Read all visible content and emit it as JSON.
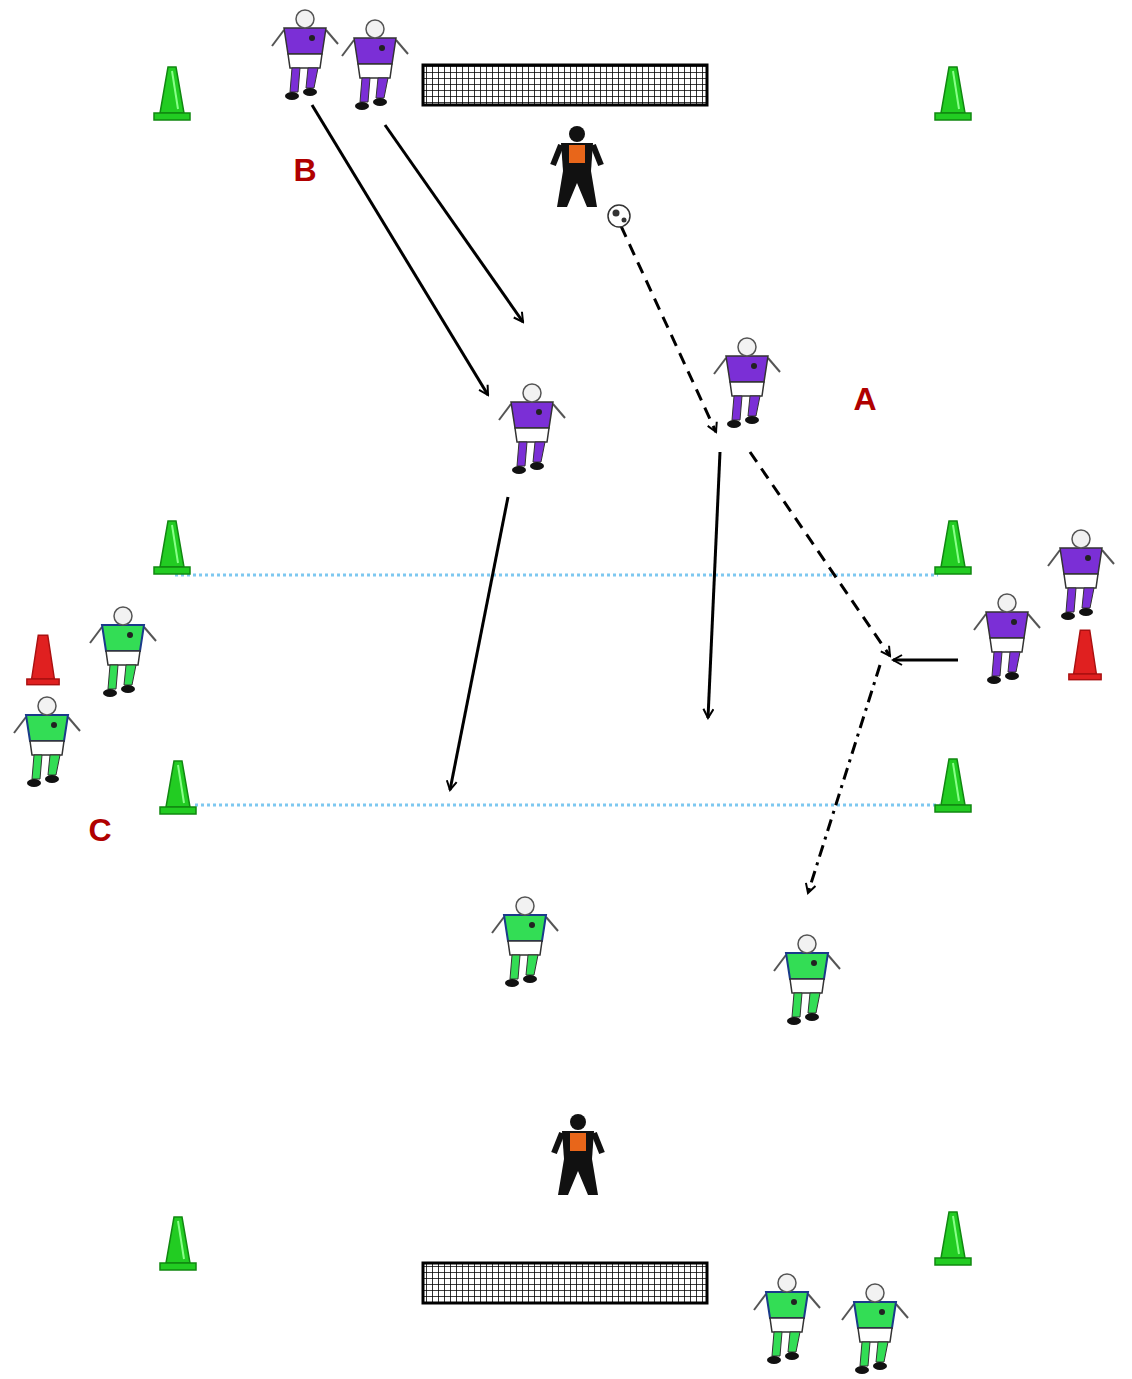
{
  "diagram": {
    "labels": [
      "B",
      "A",
      "C"
    ]
  }
}
